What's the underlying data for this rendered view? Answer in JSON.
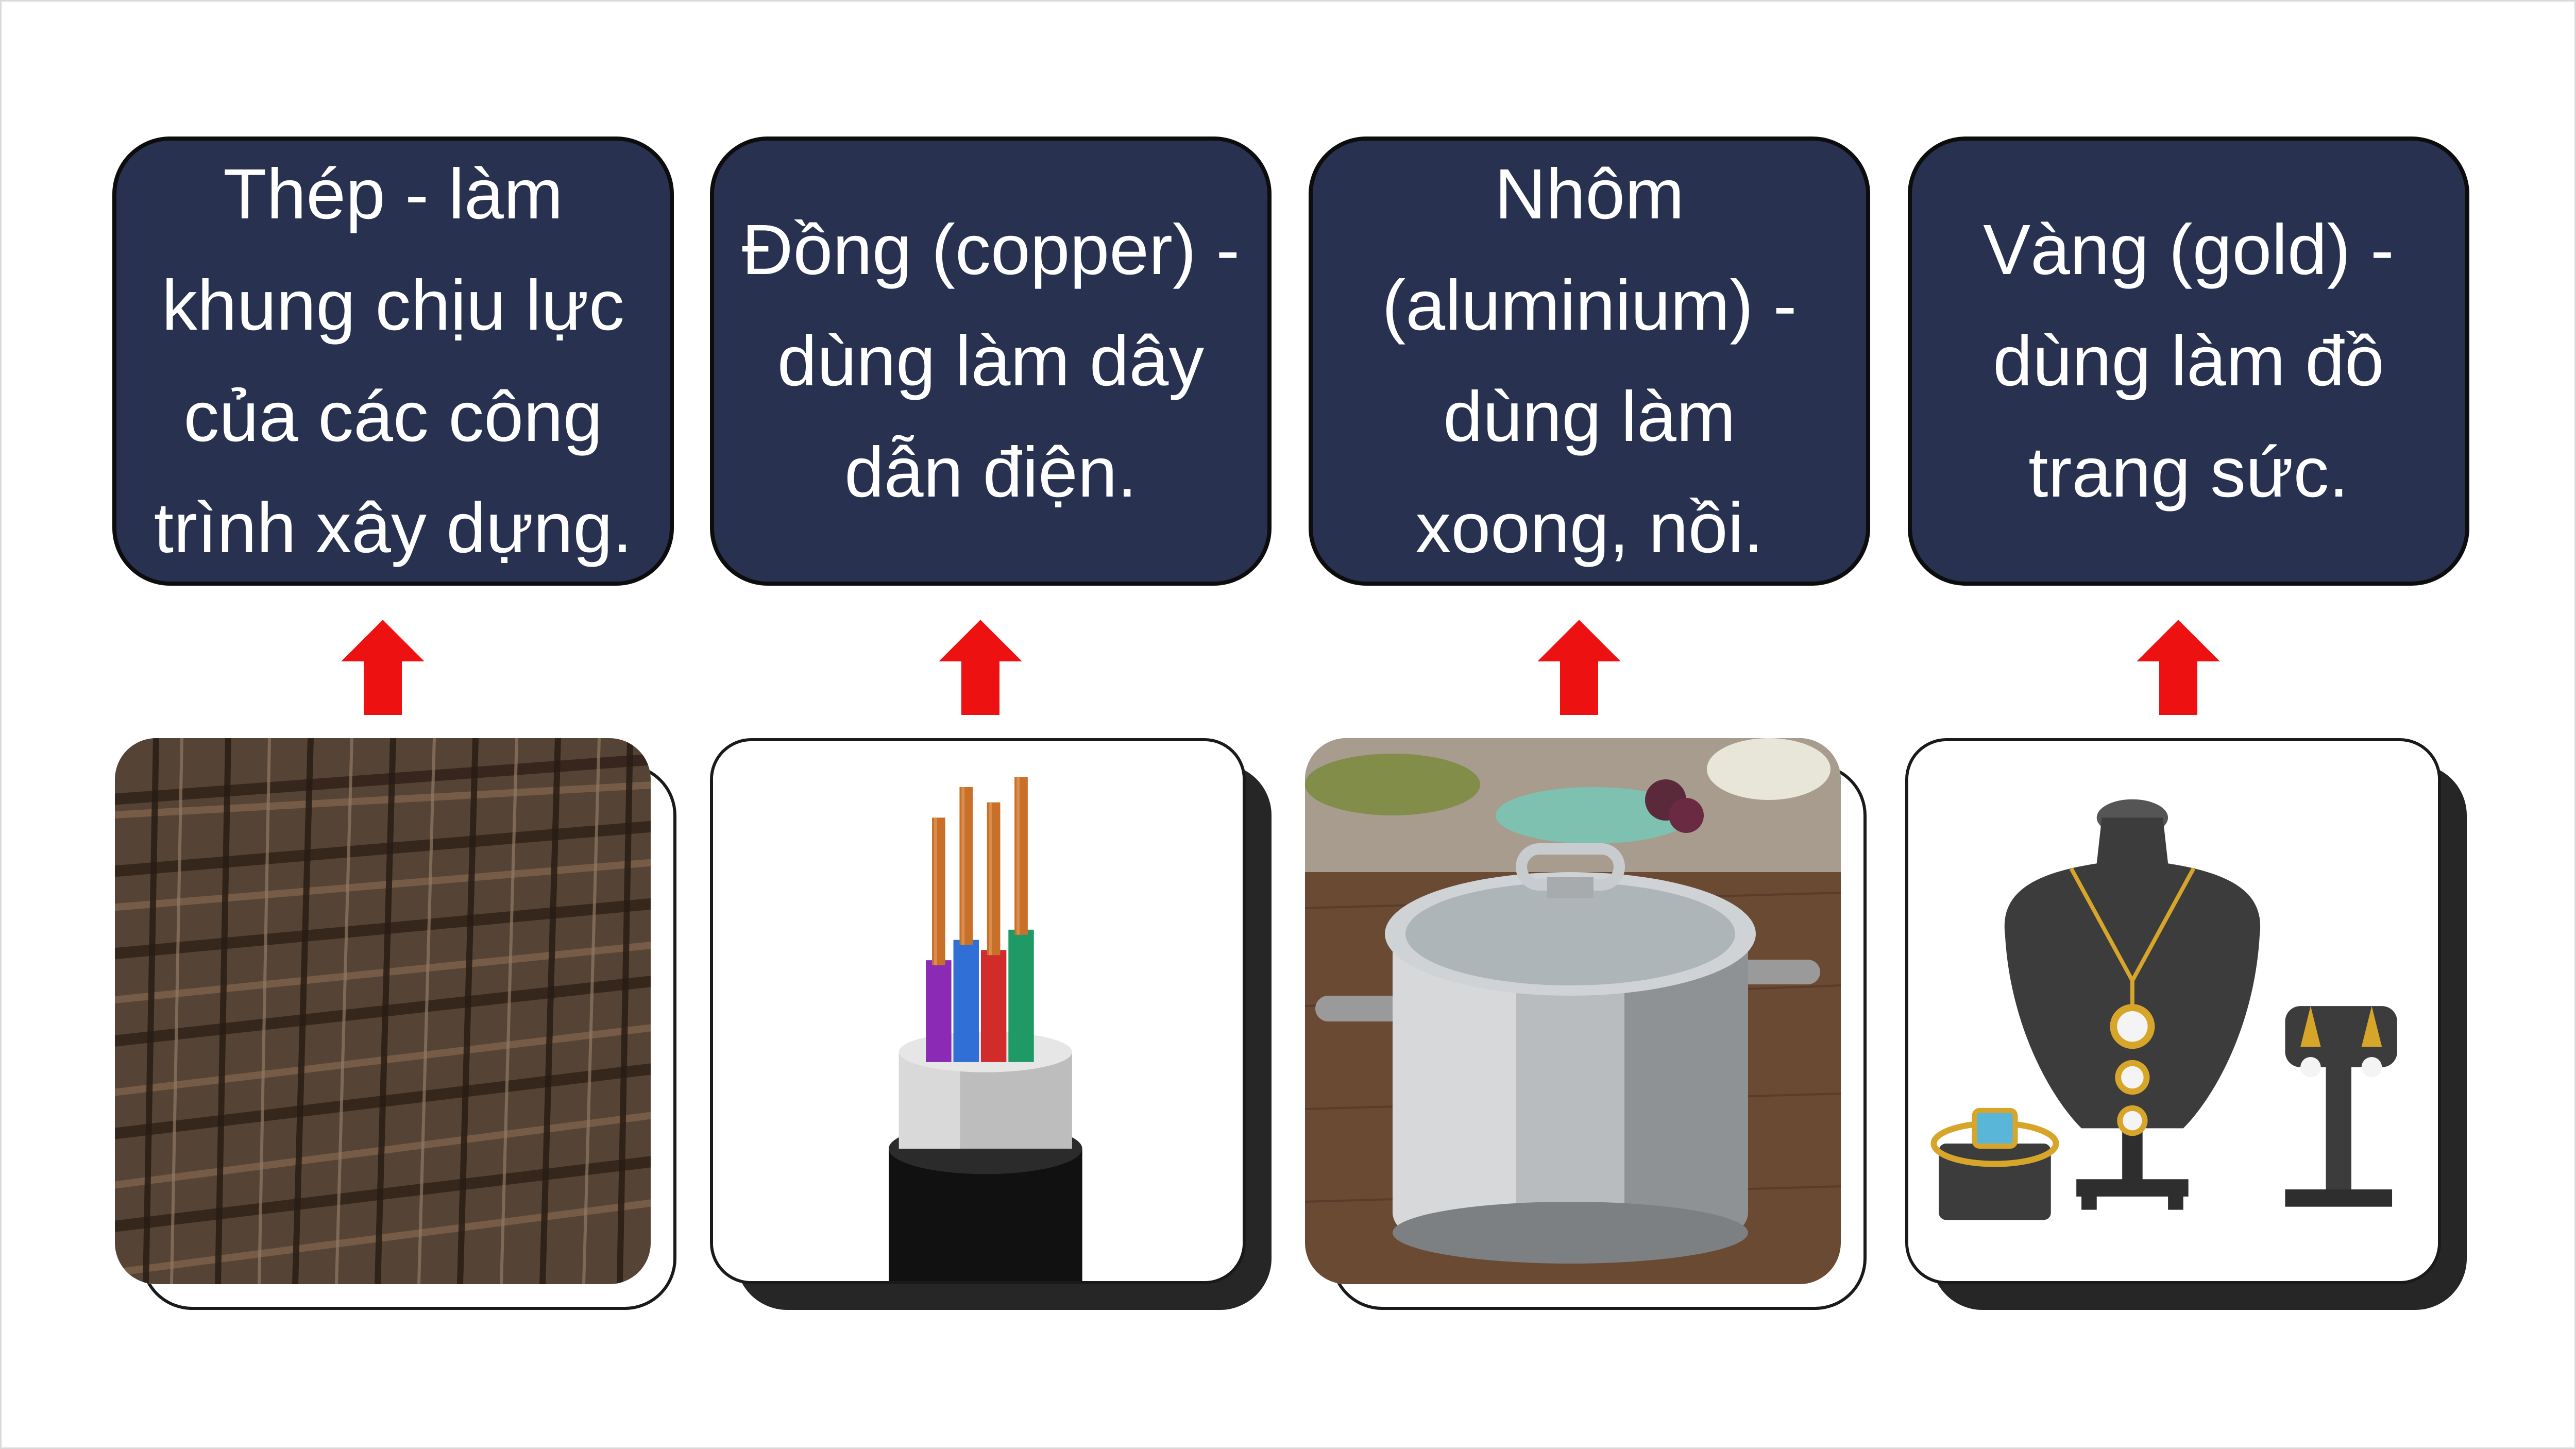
{
  "colors": {
    "card_background": "#283150",
    "card_text": "#ffffff",
    "arrow": "#ee1111",
    "frame_border": "#1a1a1a",
    "shadow": "#262626"
  },
  "items": [
    {
      "text": "Thép - làm\nkhung chịu lực\ncủa các công\ntrình xây dựng.",
      "image": "steel-rebar-photo"
    },
    {
      "text": "Đồng (copper) -\ndùng làm dây\ndẫn điện.",
      "image": "copper-cable-illustration"
    },
    {
      "text": "Nhôm\n(aluminium) -\ndùng làm\nxoong, nồi.",
      "image": "aluminium-pot-photo"
    },
    {
      "text": "Vàng (gold) -\ndùng làm đồ\ntrang sức.",
      "image": "gold-jewelry-illustration"
    }
  ]
}
